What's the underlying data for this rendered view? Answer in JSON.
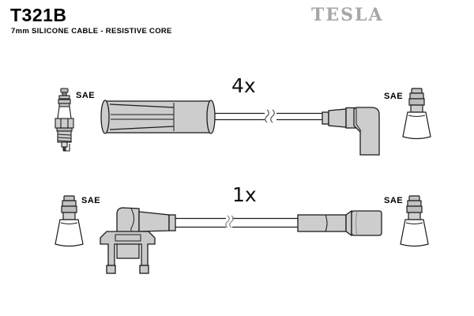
{
  "header": {
    "part_number": "T321B",
    "subtitle": "7mm SILICONE CABLE - RESISTIVE CORE",
    "brand_logo": "TESLA"
  },
  "kit": {
    "rows": [
      {
        "quantity_label": "4x",
        "plug_end_label": "SAE",
        "dist_end_label": "SAE",
        "plug_end_icon": "spark-plug-icon",
        "plug_boot_icon": "straight-ribbed-boot-icon",
        "dist_boot_icon": "angled-boot-icon",
        "dist_end_icon": "sae-terminal-icon"
      },
      {
        "quantity_label": "1x",
        "plug_end_label": "SAE",
        "dist_end_label": "SAE",
        "plug_end_icon": "sae-terminal-icon",
        "plug_boot_icon": "bracket-elbow-boot-icon",
        "dist_boot_icon": "straight-boot-icon",
        "dist_end_icon": "sae-terminal-icon"
      }
    ]
  },
  "colors": {
    "background": "#ffffff",
    "outline": "#1c1c1c",
    "boot_fill": "#cdcdcd",
    "terminal_fill": "#c2c2c2",
    "brand_gray": "#a7a7a7",
    "text": "#000000"
  }
}
